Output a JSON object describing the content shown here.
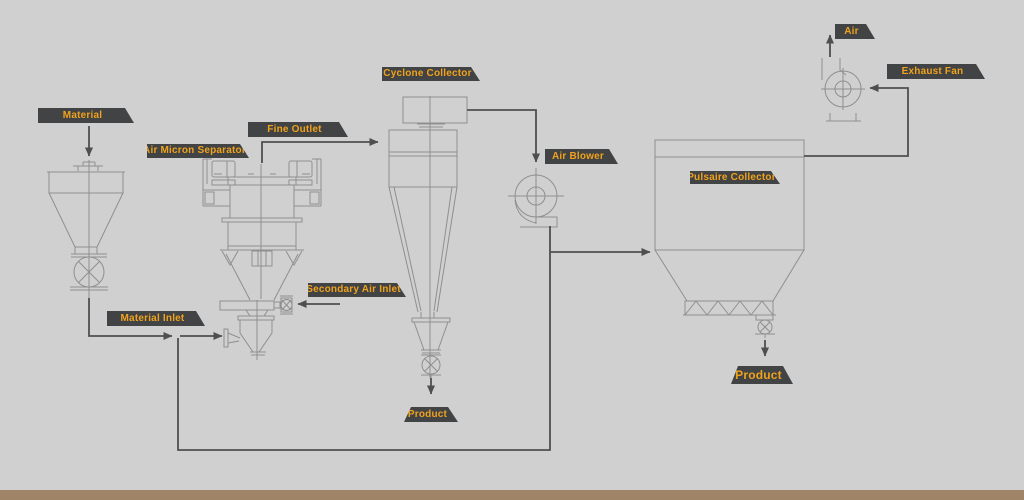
{
  "diagram": {
    "labels": {
      "material": "Material",
      "air_micron_separator": "Air Micron Separator",
      "fine_outlet": "Fine Outlet",
      "secondary_air_inlet": "Secondary Air Inlet",
      "material_inlet": "Material Inlet",
      "cyclone_collector": "Cyclone Collector",
      "air_blower": "Air Blower",
      "pulsaire_collector": "Pulsaire Collector",
      "air": "Air",
      "exhaust_fan": "Exhaust Fan",
      "product_cyclone": "Product",
      "product_pulsaire": "Product"
    },
    "flows": [
      {
        "from": "Material",
        "to": "Feed Hopper"
      },
      {
        "from": "Feed Hopper",
        "via": "Material Inlet",
        "to": "Air Micron Separator"
      },
      {
        "from": "Secondary Air Inlet",
        "to": "Air Micron Separator"
      },
      {
        "from": "Air Micron Separator",
        "via": "Fine Outlet",
        "to": "Cyclone Collector"
      },
      {
        "from": "Cyclone Collector",
        "to": "Air Blower"
      },
      {
        "from": "Air Blower",
        "to": "Material Inlet"
      },
      {
        "from": "Air Blower",
        "to": "Pulsaire Collector"
      },
      {
        "from": "Cyclone Collector",
        "to": "Product"
      },
      {
        "from": "Pulsaire Collector",
        "to": "Exhaust Fan"
      },
      {
        "from": "Pulsaire Collector",
        "to": "Product"
      },
      {
        "from": "Exhaust Fan",
        "to": "Air"
      }
    ]
  },
  "colors": {
    "background": "#d0d0d0",
    "footer_bar": "#a08468",
    "label_bg": "#414345",
    "label_text": "#f0a21d",
    "equipment_line": "#8f8f8f",
    "flow_line": "#4f4f4f"
  }
}
